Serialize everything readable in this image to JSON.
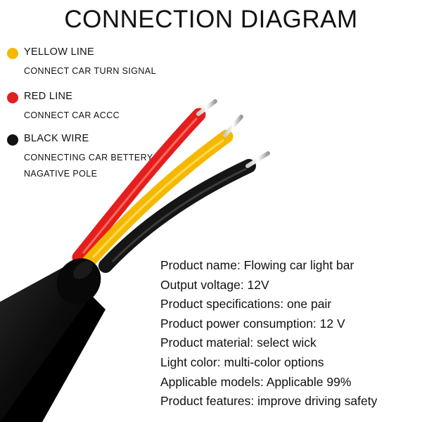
{
  "title": "CONNECTION DIAGRAM",
  "legend": [
    {
      "label": "YELLOW LINE",
      "desc": [
        "CONNECT CAR TURN SIGNAL"
      ],
      "color": "#f5b800"
    },
    {
      "label": "RED LINE",
      "desc": [
        "CONNECT CAR ACCC"
      ],
      "color": "#e41e1e"
    },
    {
      "label": "BLACK WIRE",
      "desc": [
        "CONNECTING CAR BETTERY",
        "NAGATIVE POLE"
      ],
      "color": "#111111"
    }
  ],
  "specs": [
    "Product name: Flowing car light bar",
    "Output voltage: 12V",
    "Product specifications: one pair",
    "Product power consumption: 12 V",
    "Product material: select wick",
    "Light color: multi-color options",
    "Applicable models: Applicable 99%",
    "Product features: improve driving safety"
  ],
  "colors": {
    "red_wire": "#e41e1e",
    "yellow_wire": "#f5b800",
    "black_wire": "#151515",
    "sheath": "#0c0c0c"
  },
  "icons": [
    "yellow-dot-icon",
    "red-dot-icon",
    "black-dot-icon"
  ]
}
